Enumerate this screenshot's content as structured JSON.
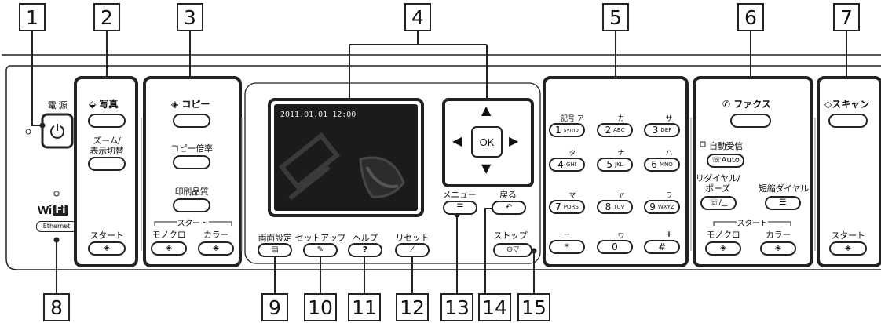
{
  "callouts": [
    "1",
    "2",
    "3",
    "4",
    "5",
    "6",
    "7",
    "8",
    "9",
    "10",
    "11",
    "12",
    "13",
    "14",
    "15"
  ],
  "power": {
    "label": "電 源"
  },
  "photo": {
    "mode_label": "写真",
    "zoom_label_1": "ズーム/",
    "zoom_label_2": "表示切替",
    "start_label": "スタート"
  },
  "copy": {
    "mode_label": "コピー",
    "ratio_label": "コピー倍率",
    "quality_label": "印刷品質",
    "start_group_label": "スタート",
    "mono_label": "モノクロ",
    "color_label": "カラー"
  },
  "lcd": {
    "datetime": "2011.01.01 12:00"
  },
  "dpad": {
    "up": "▲",
    "down": "▼",
    "left": "◀",
    "right": "▶",
    "ok": "OK"
  },
  "nav": {
    "menu_label": "メニュー",
    "back_label": "戻る"
  },
  "function_keys": {
    "duplex": "両面設定",
    "setup": "セットアップ",
    "help": "ヘルプ",
    "reset": "リセット",
    "stop": "ストップ",
    "help_glyph": "?"
  },
  "keypad": {
    "keys": [
      {
        "num": "1",
        "sub": "symb",
        "kana": "記号 ア"
      },
      {
        "num": "2",
        "sub": "ABC",
        "kana": "カ"
      },
      {
        "num": "3",
        "sub": "DEF",
        "kana": "サ"
      },
      {
        "num": "4",
        "sub": "GHI",
        "kana": "タ"
      },
      {
        "num": "5",
        "sub": "JKL",
        "kana": "ナ"
      },
      {
        "num": "6",
        "sub": "MNO",
        "kana": "ハ"
      },
      {
        "num": "7",
        "sub": "PQRS",
        "kana": "マ"
      },
      {
        "num": "8",
        "sub": "TUV",
        "kana": "ヤ"
      },
      {
        "num": "9",
        "sub": "WXYZ",
        "kana": "ラ"
      },
      {
        "num": "*",
        "sub": "",
        "kana": "−"
      },
      {
        "num": "0",
        "sub": "",
        "kana": "ワ"
      },
      {
        "num": "#",
        "sub": "",
        "kana": "+"
      }
    ]
  },
  "fax": {
    "mode_label": "ファクス",
    "auto_receive_label": "自動受信",
    "auto_button": "Auto",
    "redial_label_1": "リダイヤル/",
    "redial_label_2": "ポーズ",
    "speed_dial_label": "短縮ダイヤル",
    "start_group_label": "スタート",
    "mono_label": "モノクロ",
    "color_label": "カラー"
  },
  "scan": {
    "mode_label": "スキャン",
    "start_label": "スタート"
  },
  "wifi": {
    "wi": "Wi",
    "fi": "Fi",
    "ethernet": "Ethernet"
  },
  "colors": {
    "outline": "#222222",
    "lcd_bg": "#1b1b1b",
    "lcd_text": "#e8e8e8"
  }
}
